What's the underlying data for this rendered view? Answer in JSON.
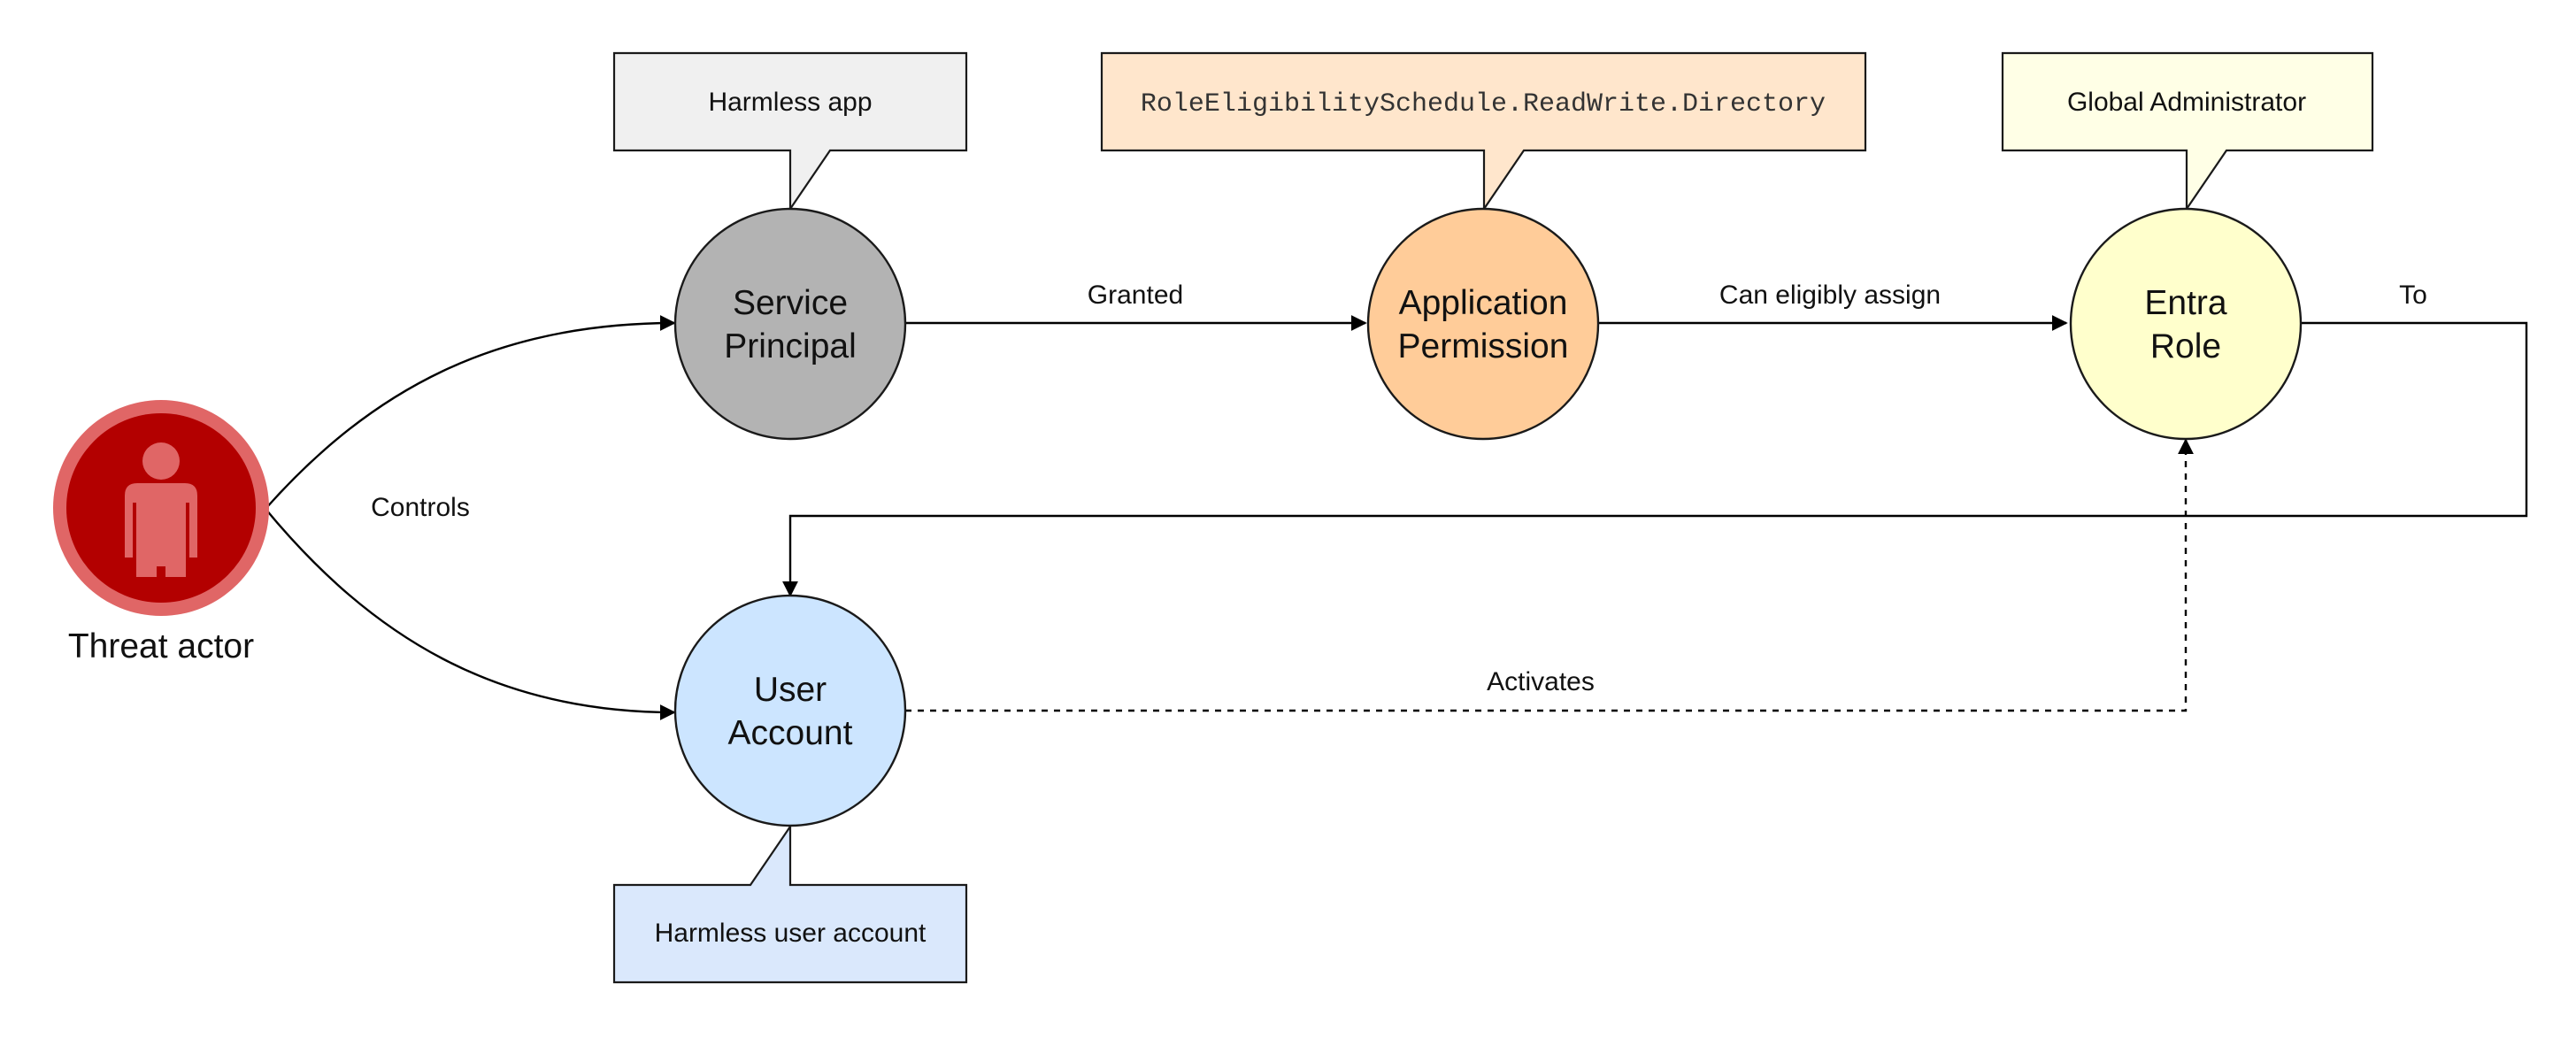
{
  "actor": {
    "label": "Threat actor",
    "icon": "person-icon",
    "colors": {
      "ring": "#e06666",
      "inner": "#b30000",
      "figure": "#e06666"
    }
  },
  "nodes": {
    "service_principal": {
      "line1": "Service",
      "line2": "Principal",
      "color": "#b3b3b3"
    },
    "application_permission": {
      "line1": "Application",
      "line2": "Permission",
      "color": "#ffcc99"
    },
    "entra_role": {
      "line1": "Entra",
      "line2": "Role",
      "color": "#ffffcc"
    },
    "user_account": {
      "line1": "User",
      "line2": "Account",
      "color": "#cce5ff"
    }
  },
  "callouts": {
    "harmless_app": {
      "text": "Harmless app",
      "color": "#f0f0f0"
    },
    "permission_name": {
      "text": "RoleEligibilitySchedule.ReadWrite.Directory",
      "color": "#ffe6cc"
    },
    "global_admin": {
      "text": "Global Administrator",
      "color": "#ffffe6"
    },
    "harmless_user": {
      "text": "Harmless user account",
      "color": "#dae8fc"
    }
  },
  "edges": {
    "controls": "Controls",
    "granted": "Granted",
    "can_eligibly_assign": "Can eligibly assign",
    "to": "To",
    "activates": "Activates"
  }
}
